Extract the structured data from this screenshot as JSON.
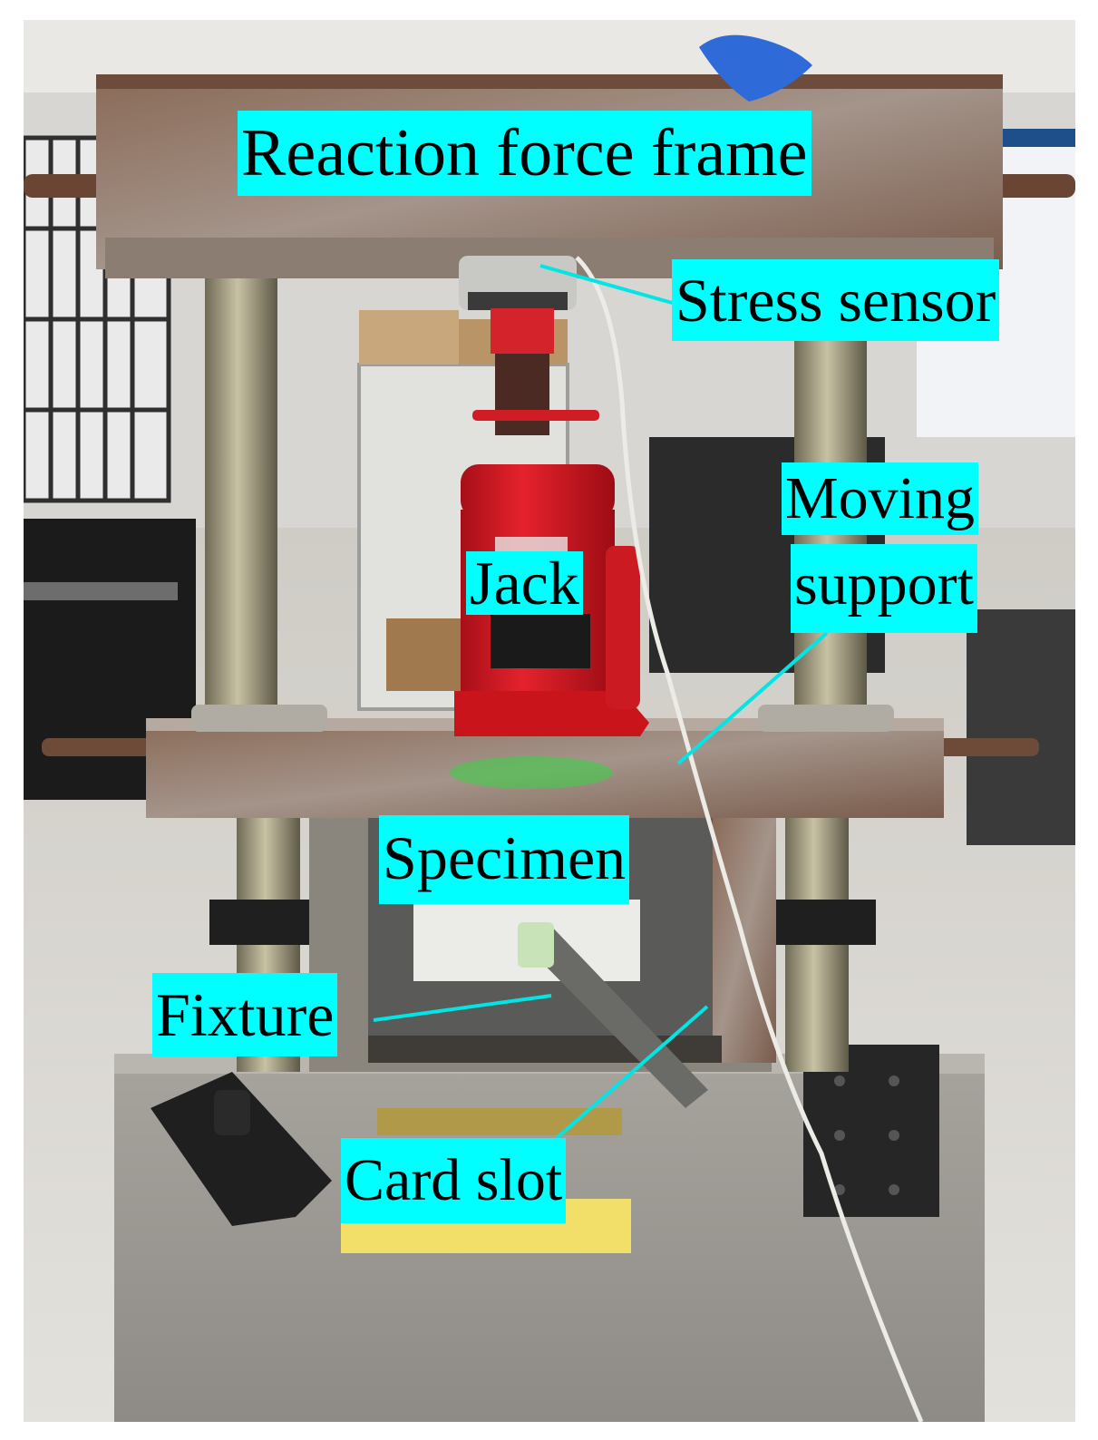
{
  "labels": {
    "reaction_force_frame": "Reaction force frame",
    "stress_sensor": "Stress sensor",
    "moving_line1": "Moving",
    "moving_line2": "support",
    "jack": "Jack",
    "specimen": "Specimen",
    "fixture": "Fixture",
    "card_slot": "Card slot"
  },
  "colors": {
    "label_bg": "#00ffff",
    "label_text": "#000000",
    "leader_line": "#00e5e5",
    "jack_red": "#d8141f",
    "frame_rust": "#8f6f5b"
  }
}
